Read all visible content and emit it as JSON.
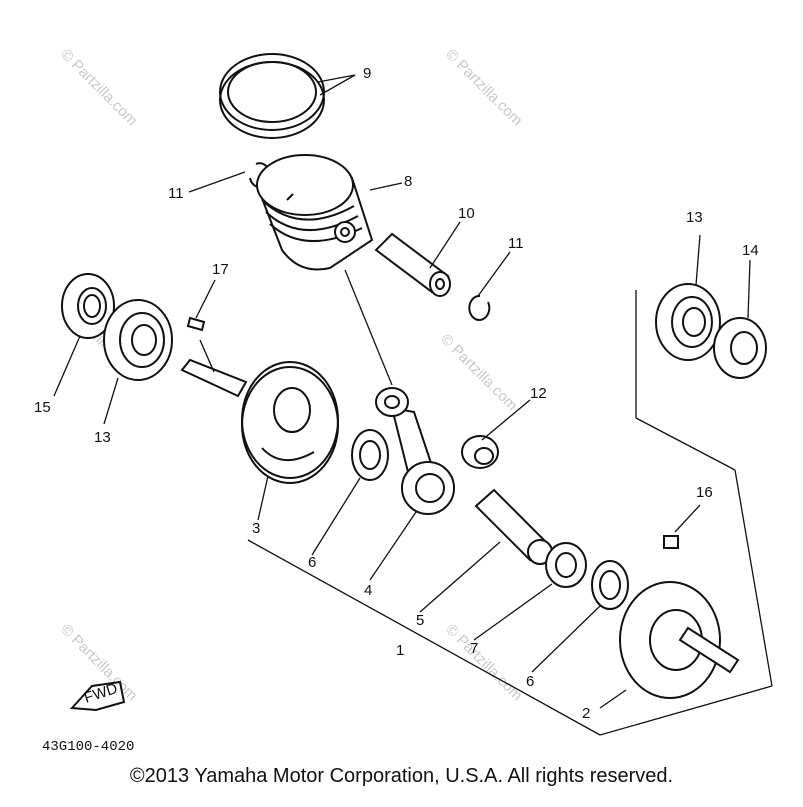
{
  "diagram": {
    "callouts": {
      "c1": "1",
      "c2": "2",
      "c3": "3",
      "c4": "4",
      "c5": "5",
      "c6a": "6",
      "c6b": "6",
      "c7": "7",
      "c8": "8",
      "c9": "9",
      "c10": "10",
      "c11a": "11",
      "c11b": "11",
      "c12": "12",
      "c13a": "13",
      "c13b": "13",
      "c14": "14",
      "c15": "15",
      "c16": "16",
      "c17": "17"
    },
    "fwd_label": "FWD",
    "drawing_code": "43G100-4020",
    "watermark": "© Partzilla.com"
  },
  "footer": {
    "copyright": "©2013  Yamaha Motor Corporation, U.S.A. All rights reserved."
  }
}
